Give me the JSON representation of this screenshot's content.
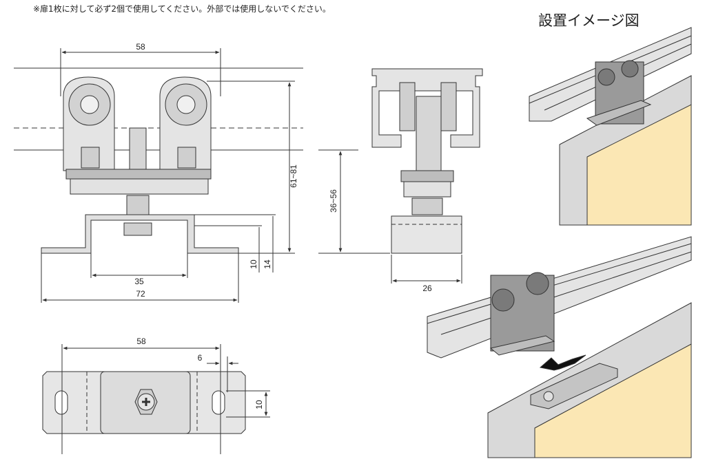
{
  "note": "※扉1枚に対して必ず2個で使用してください。外部では使用しないでください。",
  "heading": "設置イメージ図",
  "dimensions": {
    "front_width_top": "58",
    "base_inner_width": "35",
    "base_total_width": "72",
    "total_height": "61~81",
    "bracket_thickness": "10",
    "bracket_height": "14",
    "side_height": "36~56",
    "side_width": "26",
    "bottom_width": "58",
    "slot_offset": "6",
    "slot_length": "10"
  },
  "colors": {
    "line": "#333333",
    "metal_light": "#e4e4e4",
    "metal_mid": "#c8c8c8",
    "metal_dark": "#8a8a8a",
    "door_panel": "#fbe7b4",
    "door_frame": "#d9d9d9"
  }
}
